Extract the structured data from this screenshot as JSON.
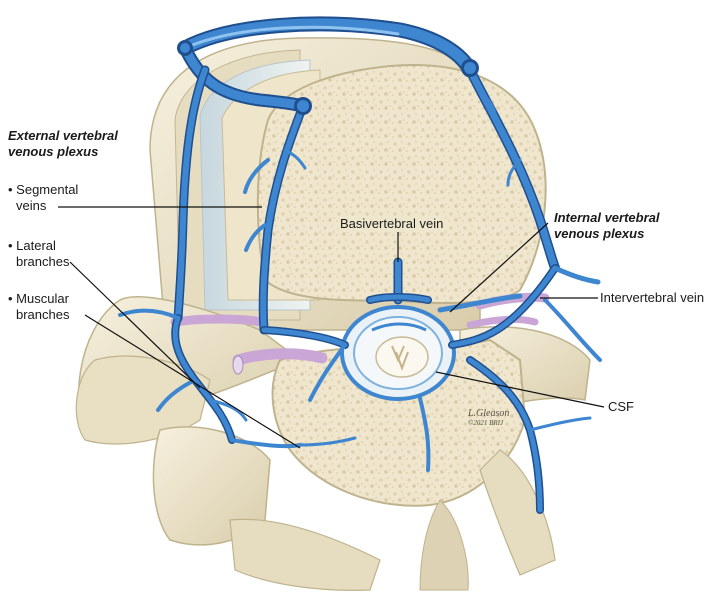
{
  "labels": {
    "external_header_1": "External vertebral",
    "external_header_2": "venous plexus",
    "segmental_1": "• Segmental",
    "segmental_2": "veins",
    "lateral_1": "• Lateral",
    "lateral_2": "branches",
    "muscular_1": "• Muscular",
    "muscular_2": "branches",
    "basivertebral": "Basivertebral vein",
    "internal_header_1": "Internal vertebral",
    "internal_header_2": "venous plexus",
    "intervertebral": "Intervertebral vein",
    "csf": "CSF"
  },
  "signature": {
    "name": "L.Gleason",
    "copyright": "©2021 BRIJ"
  },
  "colors": {
    "bone": "#eee6cf",
    "bone_shade": "#d8ceaf",
    "vein": "#3e86d0",
    "vein_dark": "#1f4f8f",
    "vein_light": "#8fc2ee",
    "intervertebral_vein": "#c9a6d6",
    "leader_line": "#111111"
  }
}
